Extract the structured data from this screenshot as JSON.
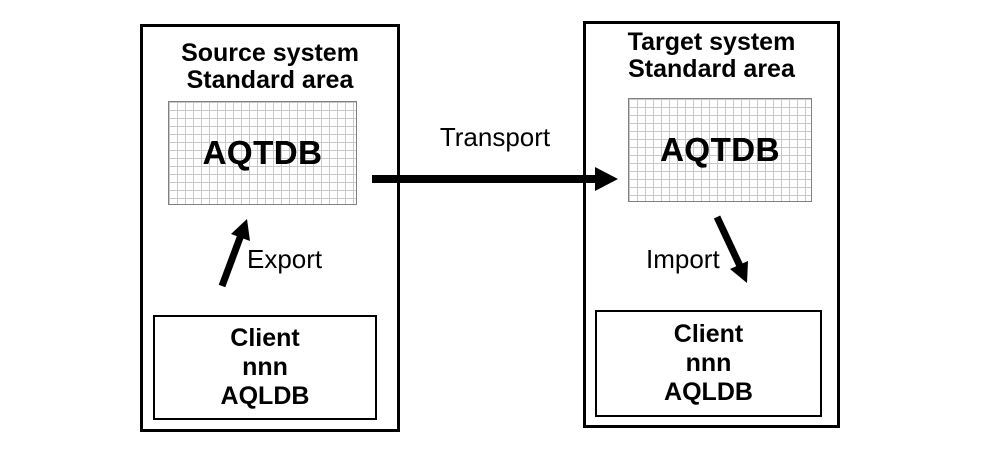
{
  "source_system": {
    "title_line1": "Source system",
    "title_line2": "Standard area",
    "database_label": "AQTDB",
    "client_box": {
      "line1": "Client",
      "line2": "nnn",
      "line3": "AQLDB"
    },
    "flow_label": "Export"
  },
  "target_system": {
    "title_line1": "Target system",
    "title_line2": "Standard area",
    "database_label": "AQTDB",
    "client_box": {
      "line1": "Client",
      "line2": "nnn",
      "line3": "AQLDB"
    },
    "flow_label": "Import"
  },
  "transport": {
    "label": "Transport"
  },
  "colors": {
    "outer_border": "#000000",
    "client_border": "#000000",
    "db_box_border": "#808080",
    "grid_line": "#c8c8c8",
    "background": "#ffffff",
    "text": "#000000",
    "arrow": "#000000"
  }
}
